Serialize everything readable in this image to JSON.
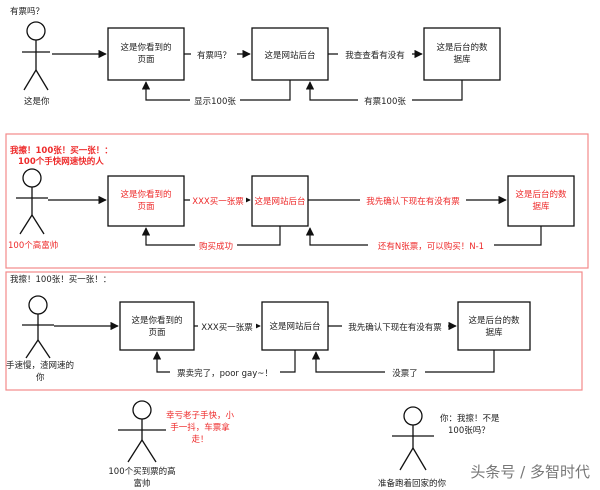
{
  "colors": {
    "ink": "#111111",
    "accent": "#ee2b2b",
    "frame": "#f28a8a",
    "fill": "#ffffff"
  },
  "scene1": {
    "say": "有票吗？",
    "person": "这是你",
    "box_page": [
      "这是你看到的",
      "页面"
    ],
    "box_backend": "这是网站后台",
    "box_db": [
      "这是后台的数",
      "据库"
    ],
    "a1": "有票吗？",
    "a2": "我查查看有没有",
    "r1": "显示100张",
    "r2": "有票100张"
  },
  "scene2": {
    "headline": "我擦！100张！买一张！：",
    "subline": "100个手快网速快的人",
    "person": "100个高富帅",
    "box_page": [
      "这是你看到的",
      "页面"
    ],
    "box_backend": "这是网站后台",
    "box_db": [
      "这是后台的数",
      "据库"
    ],
    "a1": "XXX买一张票",
    "a2": "我先确认下现在有没有票",
    "r1": "购买成功",
    "r2": "还有N张票，可以购买！N-1"
  },
  "scene3": {
    "headline": "我擦！100张！买一张！：",
    "person": [
      "手速慢，渣网速的",
      "你"
    ],
    "box_page": [
      "这是你看到的",
      "页面"
    ],
    "box_backend": "这是网站后台",
    "box_db": [
      "这是后台的数",
      "据库"
    ],
    "a1": "XXX买一张票",
    "a2": "我先确认下现在有没有票",
    "r1": "票卖完了，poor gay~！",
    "r2": "没票了"
  },
  "bottom": {
    "left_note": [
      "幸亏老子手快，小",
      "手一抖，车票拿",
      "走！"
    ],
    "left_person": [
      "100个买到票的高",
      "富帅"
    ],
    "right_note": [
      "你：我擦！不是",
      "100张吗？"
    ],
    "right_person": "准备跑着回家的你",
    "watermark": "头条号 / 多智时代"
  }
}
